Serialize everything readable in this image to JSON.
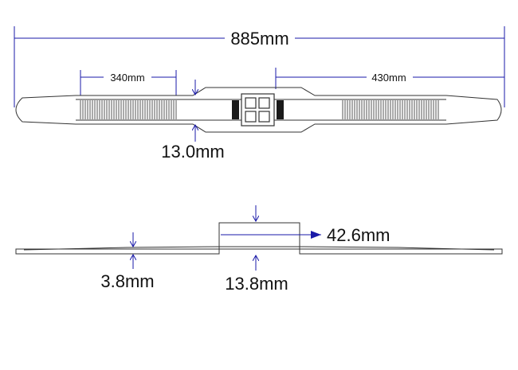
{
  "colors": {
    "dimension_line": "#1a1aa8",
    "outline": "#333333",
    "text": "#111111",
    "block_fill": "#1a1a1a"
  },
  "dimensions": {
    "overall_length": "885mm",
    "left_strap_length": "340mm",
    "right_strap_length": "430mm",
    "strap_width": "13.0mm",
    "thickness_strap": "3.8mm",
    "thickness_center": "13.8mm",
    "center_width": "42.6mm"
  },
  "views": [
    "top-view",
    "side-view"
  ]
}
